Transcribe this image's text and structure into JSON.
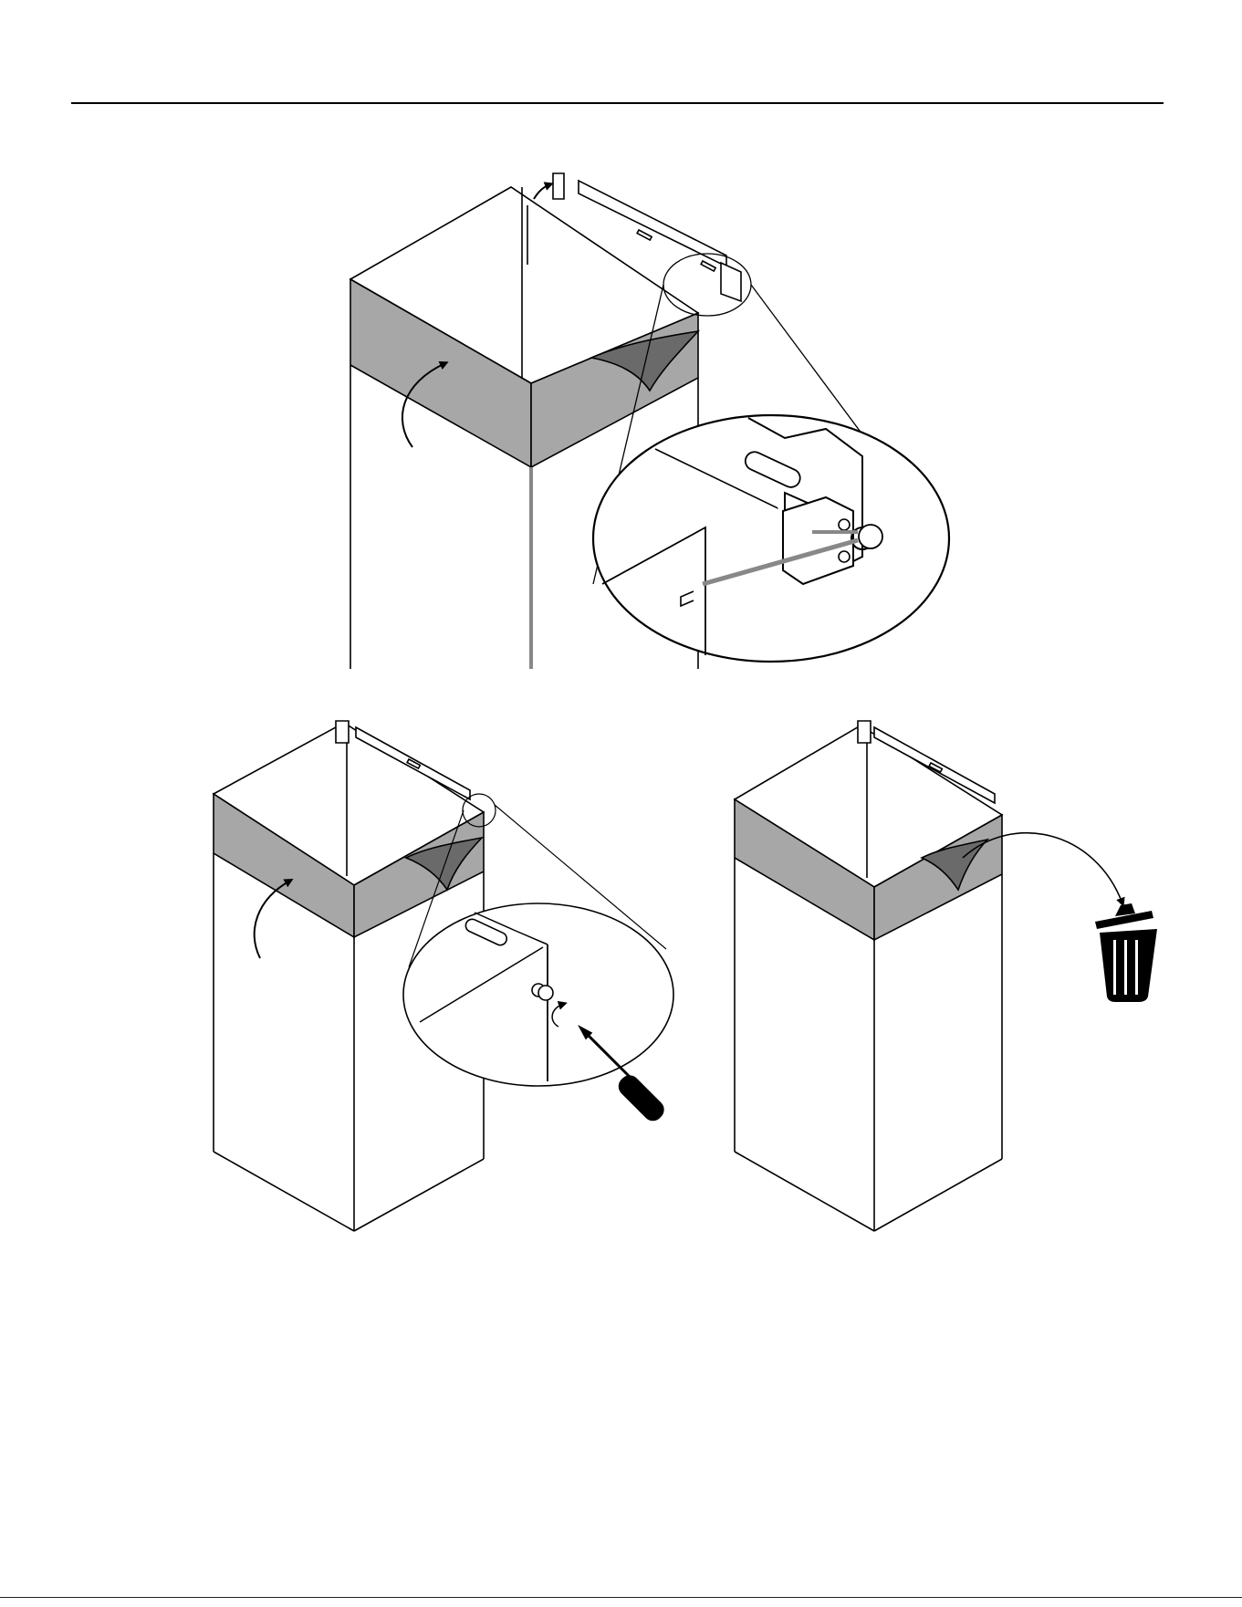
{
  "page": {
    "footer": ""
  },
  "figures": [
    {
      "name": "step-remove-film-and-bracket"
    },
    {
      "name": "step-unscrew-bracket"
    },
    {
      "name": "step-discard-film"
    }
  ],
  "colors": {
    "line": "#000000",
    "film": "#a7a7a7",
    "film-dark": "#6a6a6a",
    "background": "#ffffff"
  },
  "icons": [
    "arrow-icon",
    "screwdriver-icon",
    "trash-can-icon",
    "rotate-arrow-icon"
  ]
}
